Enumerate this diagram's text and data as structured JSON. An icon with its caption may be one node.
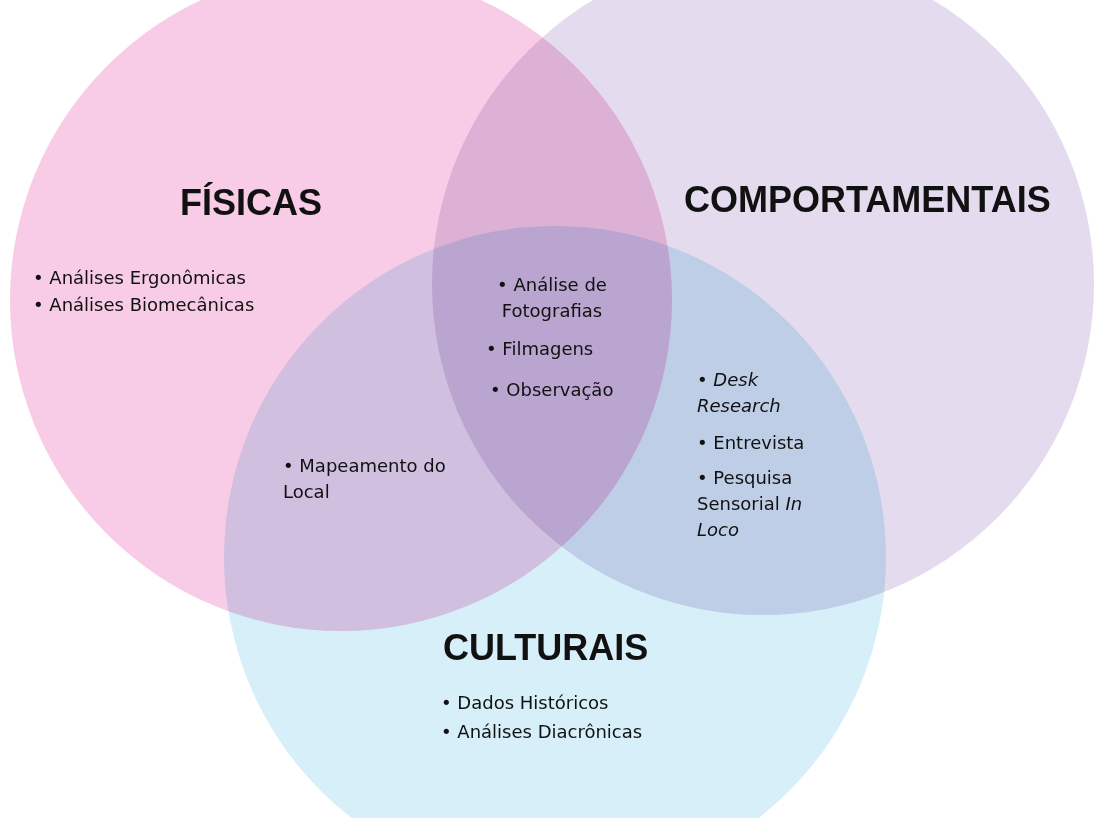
{
  "diagram": {
    "nodes": [
      {
        "text": [
          "FÍSICAS",
          "• Análises Ergonômicas",
          "• Análises Biomecânicas"
        ]
      },
      {
        "text": [
          "COMPORTAMENTAIS"
        ]
      },
      {
        "text": [
          "CULTURAIS",
          "• Dados Históricos",
          "• Análises Diacrônicas"
        ]
      }
    ],
    "labels": [
      "• Análise de Fotografias",
      "• Filmagens",
      "• Observação",
      "• *Desk Research*",
      "• Entrevista",
      "• Mapeamento do Local",
      "• Pesquisa Sensorial *In Loco*"
    ]
  }
}
